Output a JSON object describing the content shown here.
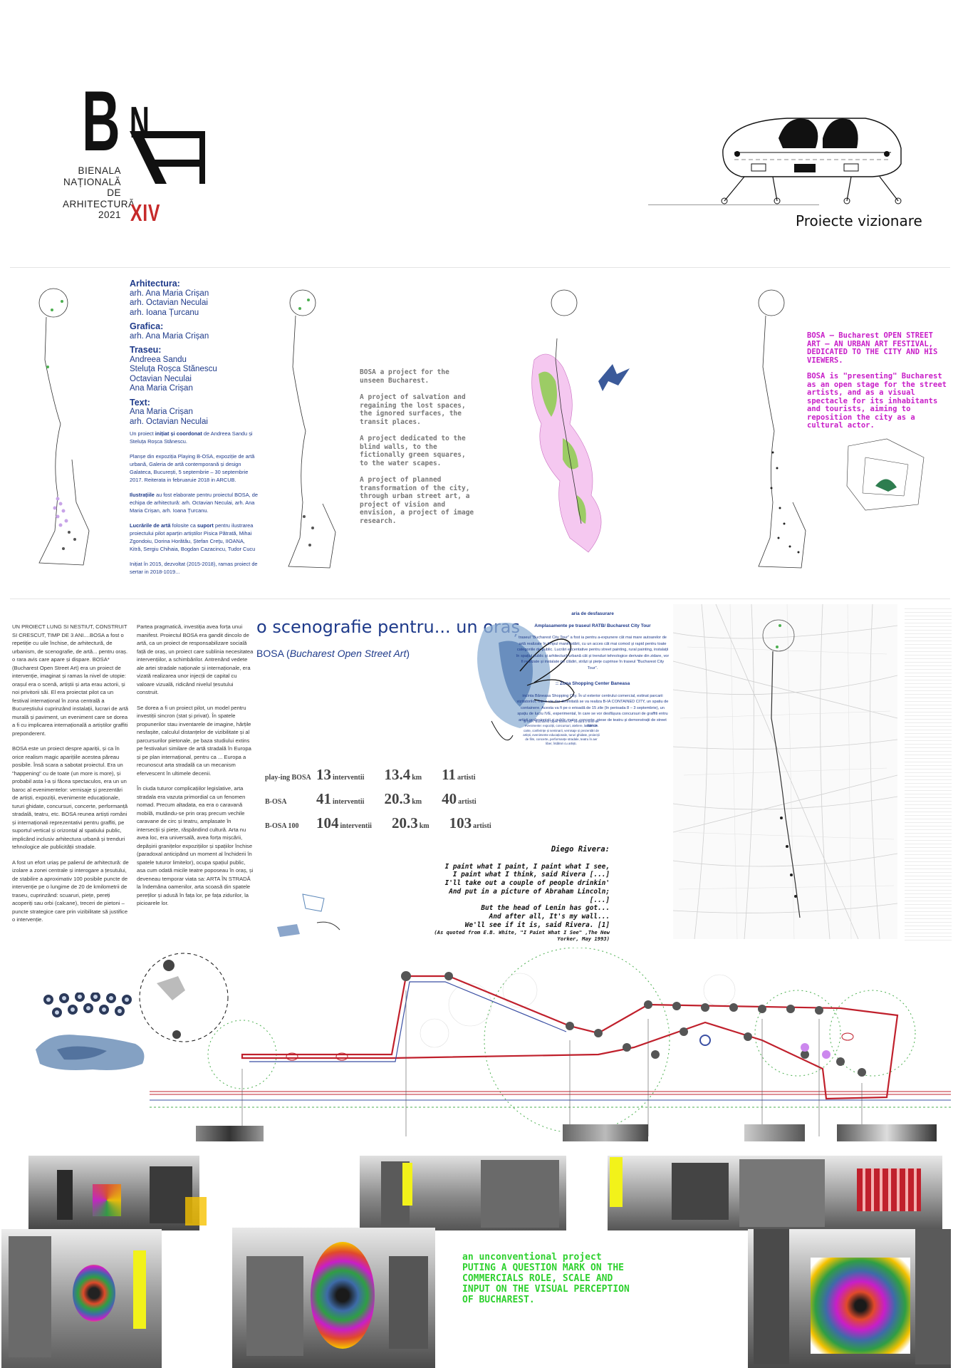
{
  "logo": {
    "letter_b": "B",
    "letter_n": "N",
    "letter_a": "A",
    "caption_lines": [
      "BIENALA",
      "NAȚIONALĂ",
      "DE",
      "ARHITECTURĂ",
      "2021"
    ],
    "edition": "XIV"
  },
  "section_title": "Proiecte vizionare",
  "credits": {
    "arhitectura_label": "Arhitectura:",
    "arhitectura": [
      "arh. Ana Maria Crișan",
      "arh. Octavian Neculai",
      "arh. Ioana Țurcanu"
    ],
    "grafica_label": "Grafica:",
    "grafica": [
      "arh. Ana Maria Crișan"
    ],
    "traseu_label": "Traseu:",
    "traseu": [
      "Andreea Sandu",
      "Steluța Roșca Stănescu",
      "Octavian Neculai",
      "Ana Maria Crișan"
    ],
    "text_label": "Text:",
    "text": [
      "Ana  Maria Crișan",
      "arh. Octavian Neculai"
    ]
  },
  "credits_small": {
    "p1_a": "Un proiect ",
    "p1_b": "inițiat și coordonat",
    "p1_c": " de Andreea Sandu și Steluța Roșca Stănescu.",
    "p2": "Planșe din expoziția Playing B-OSA, expoziție de artă urbană, Galeria de artă contemporană și design Galateca, București, 5 septembrie – 30 septembrie 2017. Reiterata in februaruie 2018 in ARCUB.",
    "p3_a": "Ilustrațiile",
    "p3_b": " au fost elaborate pentru proiectul BOSA, de echipa de arhitectură: arh. Octavian Neculai, arh. Ana Maria Crișan, arh. Ioana Țurcanu.",
    "p4_a": "Lucrările de artă",
    "p4_b": " folosite ca ",
    "p4_c": "suport",
    "p4_d": " pentru ilustrarea proiectului pilot aparțin artiștilor Pisica Pătrată, Mihai Zgondoiu, Dorina Horătău, Ștefan Creţu, IIOANA, Kitră, Sergiu Chihaia, Bogdan Cazacincu, Tudor Cucu",
    "p5": "Inițiat în 2015, dezvoltat (2015-2018), ramas proiect de sertar in 2018-1019..."
  },
  "bosa_en": [
    "BOSA  a project for the unseen Bucharest.",
    "A project of salvation and regaining the lost spaces, the ignored surfaces, the transit places.",
    "A project dedicated to the blind walls, to the fictionally green squares, to the water scapes.",
    "A project of planned transformation of the city, through urban street art, a project of vision and envision, a project of image research."
  ],
  "bosa_magenta": [
    "BOSA – Bucharest OPEN STREET ART – AN URBAN ART FESTIVAL, DEDICATED TO THE CITY AND HIS VIEWERS.",
    "BOSA is \"presenting\" Bucharest as an open stage for the street artists, and as a visual spectacle for its inhabitants and tourists, aiming to reposition the city as a cultural actor."
  ],
  "col1": [
    "UN PROIECT LUNG SI NESTIUT, CONSTRUIT SI CRESCUT, TIMP DE 3 ANI....BOSA a fost o repetiție cu uile închise, de arhitectură, de urbanism, de scenografie, de artă... pentru oraș. o rara avis care apare și dispare. BOSA* (Bucharest Open Street Art) era un proiect de intervenție, imaginat și ramas la nivel de utopie: orașul era o scenă, artiștii și arta erau actorii, și noi privitorii săi. El era proiectat pilot  ca un festival internațional în zona centrală a Bucureștiului cuprinzând instalații, lucrari de artă murală și paviment, un eveniment care se dorea a fi cu implicarea internațională a artiștilor graffiti preponderent.",
    "BOSA este un proiect despre apariții, și ca în orice realism magic aparițiile acestea păreau posibile. Însă scara a sabotat proiectul. Era un \"happening\" cu de toate (un more is more), și probabil asta l-a și făcea spectaculos, era un un baroc al evenimentelor: vernisaje și prezentări de artiști, expoziții, evenimente educaționale, tururi ghidate, concursuri, concerte, performanță stradală, teatru, etc. BOSA reunea artiști români și internaționali reprezentativi pentru graffiti, pe suportul vertical și orizontal al spatiului public, implicând inclusiv arhitectura urbană și trenduri tehnologice ale publicității stradale.",
    "A fost un efort uriaș pe palierul de arhitectură: de izolare a zonei centrale și interogare a țesutului, de stabilire a aproximativ 100  posibile puncte de intervenție pe o lungime de 20 de kmilometrii de traseu, cuprinzând: scuaruri, piețe, pereți acoperiți sau orbi  (calcane), treceri de pietoni – puncte strategice care prin vizibilitate să justifice o intervenție."
  ],
  "col2": [
    "Partea pragmatică, investiția avea forța unui manifest. Proiectul BOSA era gandit dincolo de artă, ca un proiect de responsabilizare socială față de oraș, un proiect care sublinia necesitatea intervențiilor, a schimbărilor. Antrenând vedete ale artei stradale naționale și internaționale, era vizată realizarea unor injecții de capital cu valoare vizuală, ridicând nivelul țesutului construit.",
    "Se dorea a fi un proiect pilot, un model pentru investiții sincron (stat și privat). În spatele propunerilor stau inventarele de imagine, hărțile nesfașite, calculul distanțelor de vizibilitate și al parcursurilor pietonale, pe baza studiului extins pe festivaluri similare de artă stradală în Europa și pe plan internațional, pentru ca ... Europa a recunoscut arta stradală ca un mecanism efervescent în ultimele decenii.",
    "În ciuda tuturor complicațiilor legislative, arta stradala era  vazuta primordial ca un fenomen nomad. Precum altadata, ea era  o caravană mobilă, mutându-se prin oraș precum vechile caravane de circ și teatru, amplasate în intersecții și piețe, răspândind cultură. Arta nu avea loc, era  universală, avea forța mișcării, depășirii granițelor expozițiilor și spațiilor închise (paradoxal anticipând un moment al închiderii în spatele tuturor limitelor), ocupa spațiul public, asa cum odată micile teatre poposeau în  oraș, și deveneau temporar viata sa:  ARTA ÎN STRADĂ la îndemâna oamenilor, arta scoasă din spatele pereților și adusă în fața lor, pe fața zidurilor, la picioarele lor."
  ],
  "scenografie": {
    "title": "o scenografie pentru... un oraș",
    "subtitle_a": "BOSA (",
    "subtitle_b": "Bucharest Open Street Art",
    "subtitle_c": ")"
  },
  "stats": [
    {
      "label": "play-ing BOSA",
      "interventii": "13",
      "km": "13.4",
      "artisti": "11"
    },
    {
      "label": "B-OSA",
      "interventii": "41",
      "km": "20.3",
      "artisti": "40"
    },
    {
      "label": "B-OSA 100",
      "interventii": "104",
      "km": "20.3",
      "artisti": "103"
    }
  ],
  "stat_units": {
    "interventii": "interventii",
    "km": "km",
    "artisti": "artisti"
  },
  "rivera": {
    "title": "Diego Rivera:",
    "lines": [
      "I paint what I paint, I paint what I see,",
      "I paint what I think, said Rivera [...]",
      "I'll take out a couple of people drinkin'",
      "And put in a picture of Abraham Lincoln;",
      "[...]",
      "But the head of Lenin has got...",
      "And after all, It's my wall...",
      "We'll see if it is, said Rivera. [1]"
    ],
    "cite": "(As quoted from E.B. White, \"I Paint What I See\" ,The New Yorker, May 1993)"
  },
  "aria": {
    "title": "aria de desfasurare",
    "sub1": "Amplasamente pe traseul RATB/ Bucharest City Tour",
    "p1": "traseul \"Bucharest City Tour\" a fost ia pentru a-expunere cât mai mare autoarelor de artă realizate în timpul manifestării, cu un acces cât mai comod și rapid pentru toate categoriile de public. Lucrări excentative pentru street painting, rural painting, instalații în spațiul public și arhitectură urbană cât și trenduri tehnologice derivate din zidare, vor fi realizate și instalate pe clădiri, străzi și piețe cuprinse în traseul \"Bucharest City Tour\".",
    "sub2": ":: Zona Shopping Center Baneasa",
    "p2": "incinta  Băneasa Shopping City. În ul exterior centrului comercial, estinat parcarii vizitatorilor, într-o vie dar delimitată se va realiza B-IA CONTAINED CITY, un spatiu de containere. Acesta va fi pe o erioadă de 15 zile (în perioada 8 – 3 septembrie), un spațiu de lucru IVE, experimental, în care se vor desfășura concursuri de graffiti entru artisti profesionisti și public mator, concerte, piese de teatru și demonstrații de street dance."
  },
  "tinycols": "B-OSA \"Bucharest Open Street Art\" va dura o serie de evenimente: expoziții, concursuri, ateliere, lansări de carte, conferințe și seminarii, vernisaje și prezentări de artiști, evenimente educaționale, tururi ghidate, proiecții de film, concerte, performanțe stradale, teatru în aer liber, întâlniri cu artiști.",
  "green_text": "an unconventional project PUTING A QUESTION MARK ON THE COMMERCIALS ROLE, SCALE AND INPUT ON THE VISUAL PERCEPTION OF BUCHAREST.",
  "colors": {
    "accent_blue": "#1e3a8a",
    "magenta": "#c81ec8",
    "green": "#2fd12f",
    "red_route": "#c0202c",
    "xiv_red": "#c62a2a"
  }
}
